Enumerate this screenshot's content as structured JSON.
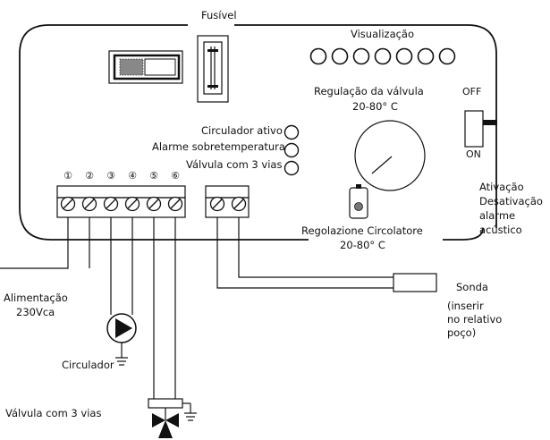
{
  "labels": {
    "fuse": "Fusível",
    "display": "Visualização",
    "valve_regulation_line1": "Regulação da válvula",
    "valve_regulation_line2": "20-80° C",
    "off": "OFF",
    "on": "ON",
    "indicator_pump_active": "Circulador ativo",
    "indicator_overtemp": "Alarme sobretemperatura",
    "indicator_valve": "Válvula com 3 vias",
    "terminal_numbers": [
      "①",
      "②",
      "③",
      "④",
      "⑤",
      "⑥"
    ],
    "pump_regulation_line1": "Regolazione Circolatore",
    "pump_regulation_line2": "20-80° C",
    "alarm_switch_lines": [
      "Ativação",
      "Desativação",
      "alarme",
      "acústico"
    ],
    "power_line1": "Alimentação",
    "power_line2": "230Vca",
    "probe": "Sonda",
    "probe_note_lines": [
      "(inserir",
      "no relativo",
      "poço)"
    ],
    "pump": "Circulador",
    "valve": "Válvula com 3 vias"
  },
  "leds": {
    "display_count": 7,
    "status_count": 3
  }
}
